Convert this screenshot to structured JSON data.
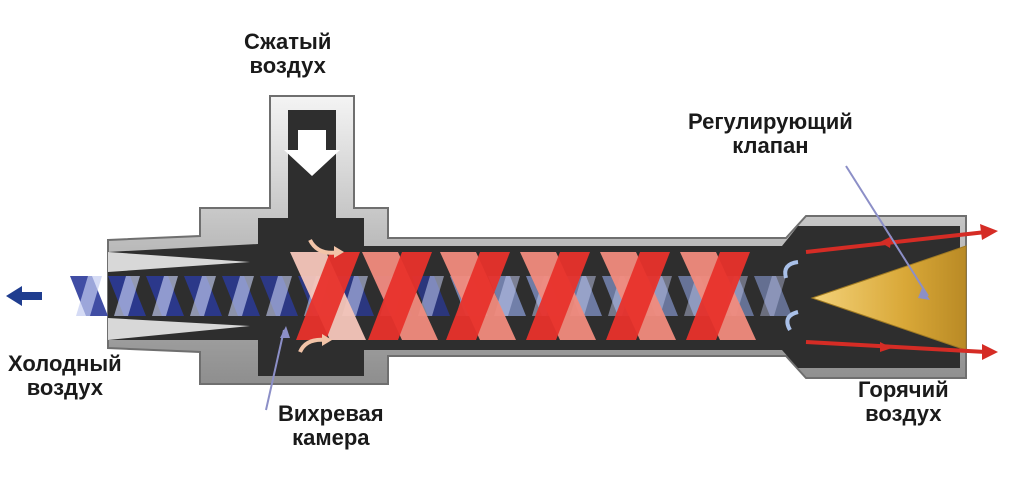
{
  "labels": {
    "compressed_air": {
      "line1": "Сжатый",
      "line2": "воздух"
    },
    "control_valve": {
      "line1": "Регулирующий",
      "line2": "клапан"
    },
    "cold_air": {
      "line1": "Холодный",
      "line2": "воздух"
    },
    "vortex_chamber": {
      "line1": "Вихревая",
      "line2": "камера"
    },
    "hot_air": {
      "line1": "Горячий",
      "line2": "воздух"
    }
  },
  "colors": {
    "hot": "#e8312b",
    "cold": "#2b3a9a",
    "tube_dark": "#2e2e2e",
    "tube_metal": "#c9c9c9",
    "valve": "#d9a838",
    "pointer": "#8c8fc7"
  }
}
